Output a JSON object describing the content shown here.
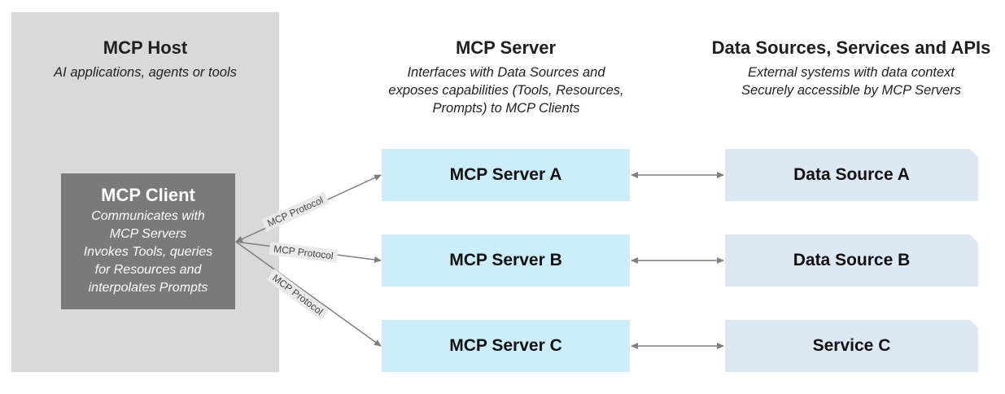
{
  "host": {
    "title": "MCP Host",
    "subtitle": "AI applications, agents or tools"
  },
  "server_column": {
    "title": "MCP Server",
    "subtitle_lines": [
      "Interfaces with Data Sources and",
      "exposes capabilities (Tools, Resources,",
      "Prompts) to MCP Clients"
    ]
  },
  "sources_column": {
    "title": "Data Sources, Services and APIs",
    "subtitle_lines": [
      "External systems with data context",
      "Securely accessible by MCP Servers"
    ]
  },
  "client": {
    "title": "MCP Client",
    "desc_lines": [
      "Communicates with",
      "MCP Servers",
      "Invokes Tools, queries",
      "for Resources and",
      "interpolates Prompts"
    ]
  },
  "servers": [
    "MCP Server A",
    "MCP Server B",
    "MCP Server C"
  ],
  "sources": [
    "Data Source A",
    "Data Source B",
    "Service C"
  ],
  "protocol_labels": [
    "MCP Protocol",
    "MCP Protocol",
    "MCP Protocol"
  ],
  "colors": {
    "host_panel": "#d9d9d9",
    "client_box": "#7a7a7a",
    "server_box": "#cceefb",
    "source_box": "#dde8f5",
    "arrow": "#7f7f7f"
  }
}
